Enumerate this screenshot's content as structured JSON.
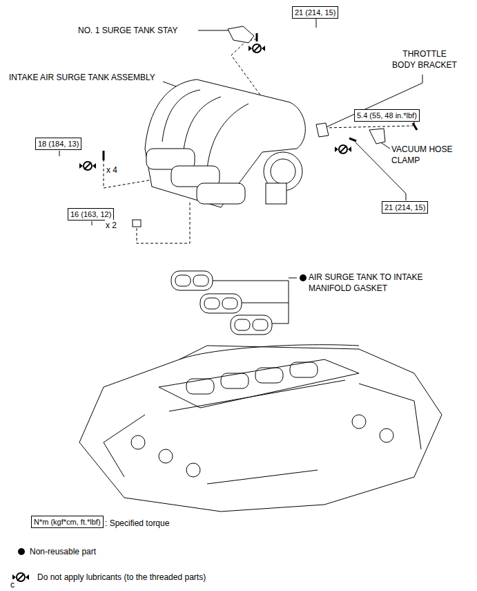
{
  "diagram": {
    "nodes": [
      {
        "text": [
          "21 (214, 15)"
        ]
      },
      {
        "text": [
          "5.4 (55, 48 in.*lbf)"
        ]
      },
      {
        "text": [
          "18 (184, 13)"
        ]
      },
      {
        "text": [
          "21 (214, 15)"
        ]
      },
      {
        "text": [
          "16 (163, 12)"
        ]
      },
      {
        "text": [
          "N*m (kgf*cm, ft.*lbf)"
        ]
      }
    ],
    "labels": [
      "NO. 1 SURGE TANK STAY",
      "THROTTLE BODY BRACKET",
      "INTAKE AIR SURGE TANK ASSEMBLY",
      "VACUUM HOSE CLAMP",
      "x 4",
      "x 2",
      "AIR SURGE TANK TO INTAKE MANIFOLD GASKET",
      ": Specified torque",
      "c"
    ],
    "legend": [
      {
        "text": "Non-reusable part"
      },
      {
        "text": "Do not apply lubricants (to the threaded parts)"
      }
    ]
  }
}
